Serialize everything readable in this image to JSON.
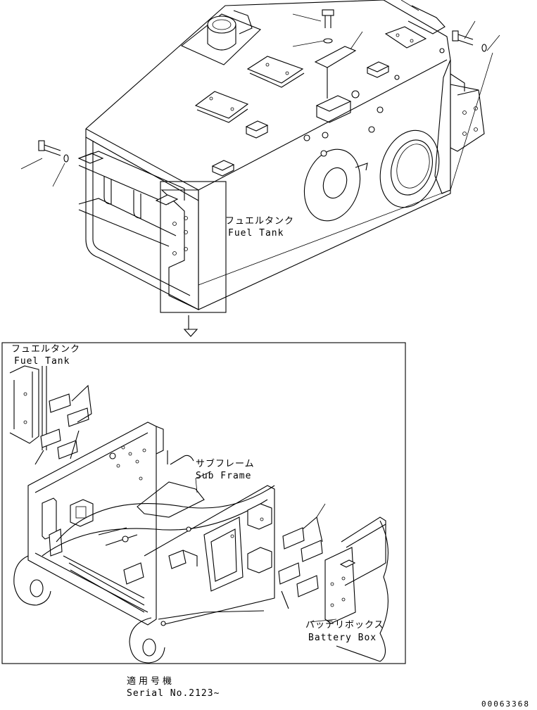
{
  "top_view": {
    "fuel_tank_jp": "フュエルタンク",
    "fuel_tank_en": "Fuel Tank"
  },
  "detail_view": {
    "fuel_tank_jp": "フュエルタンク",
    "fuel_tank_en": "Fuel Tank",
    "sub_frame_jp": "サブフレーム",
    "sub_frame_en": "Sub Frame",
    "battery_box_jp": "バッテリボックス",
    "battery_box_en": "Battery Box"
  },
  "applicability": {
    "label_jp": "適用号機",
    "serial": "Serial No.2123~"
  },
  "drawing_number": "00063368"
}
